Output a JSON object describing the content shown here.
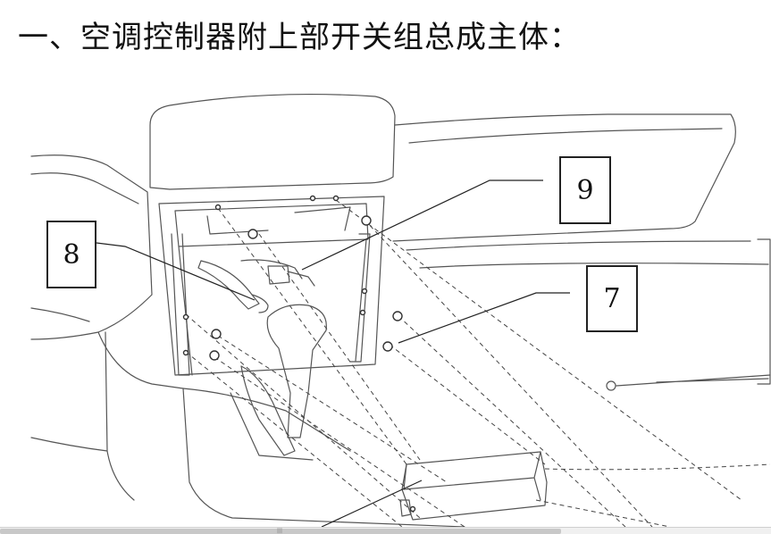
{
  "heading": "一、空调控制器附上部开关组总成主体：",
  "callouts": {
    "nine": "9",
    "eight": "8",
    "seven": "7"
  },
  "icons": {
    "scroll_grip": "grip-icon",
    "scroll_grip_glyph": "|||"
  },
  "colors": {
    "line": "#333333",
    "background": "#ffffff"
  }
}
